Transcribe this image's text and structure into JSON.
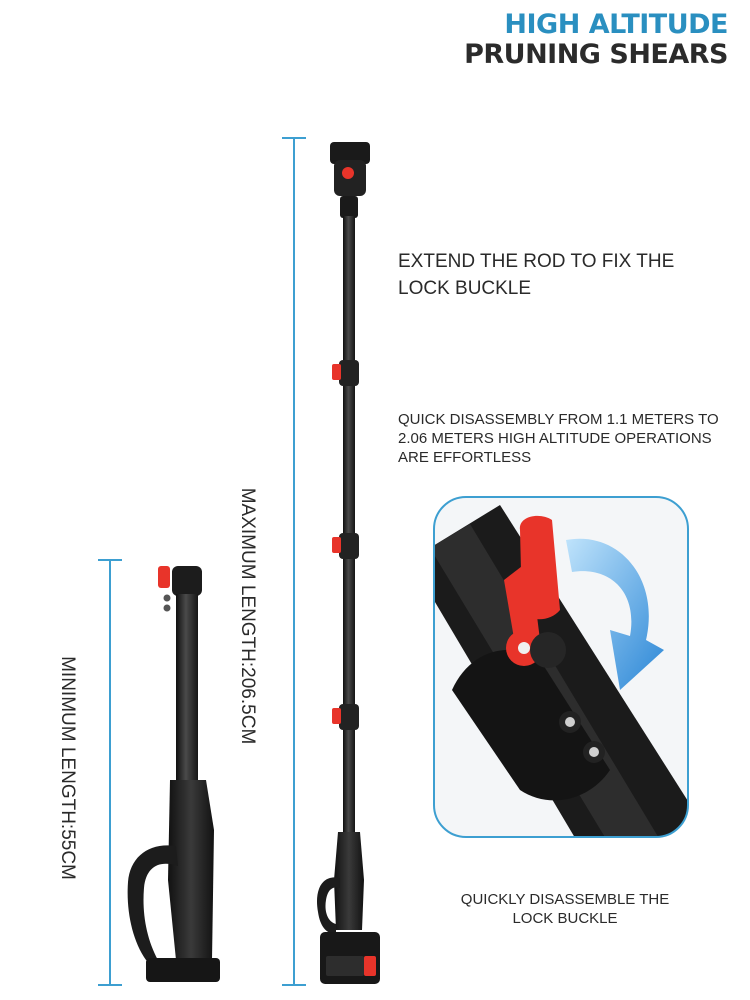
{
  "title": {
    "line1": "HIGH ALTITUDE",
    "line2": "PRUNING SHEARS"
  },
  "features": {
    "extend_rod": "EXTEND THE ROD TO FIX THE LOCK BUCKLE",
    "quick_disassembly": "QUICK DISASSEMBLY FROM 1.1 METERS TO 2.06 METERS HIGH ALTITUDE OPERATIONS ARE EFFORTLESS",
    "lock_buckle": "QUICKLY DISASSEMBLE THE LOCK BUCKLE"
  },
  "dimensions": {
    "maximum": "MAXIMUM LENGTH:206.5CM",
    "minimum": "MINIMUM LENGTH:55CM"
  },
  "colors": {
    "accent_blue": "#2a8fc0",
    "dimension_line": "#3d9fd1",
    "clip_red": "#e8342a",
    "rod_black": "#1e1e1e"
  }
}
